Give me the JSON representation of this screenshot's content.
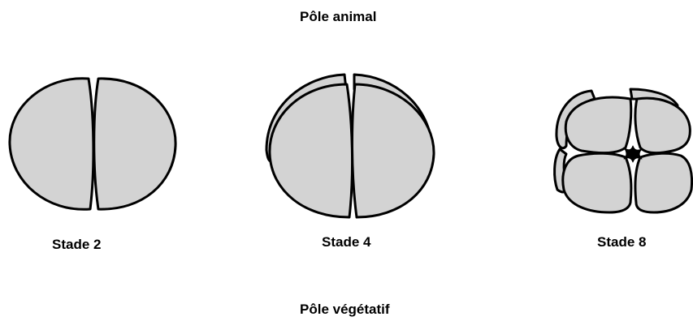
{
  "title_top": "Pôle animal",
  "title_bottom": "Pôle végétatif",
  "stages": [
    {
      "label": "Stade 2"
    },
    {
      "label": "Stade 4"
    },
    {
      "label": "Stade 8"
    }
  ],
  "colors": {
    "cell_fill": "#d3d3d3",
    "outline": "#000000",
    "background": "#ffffff"
  }
}
